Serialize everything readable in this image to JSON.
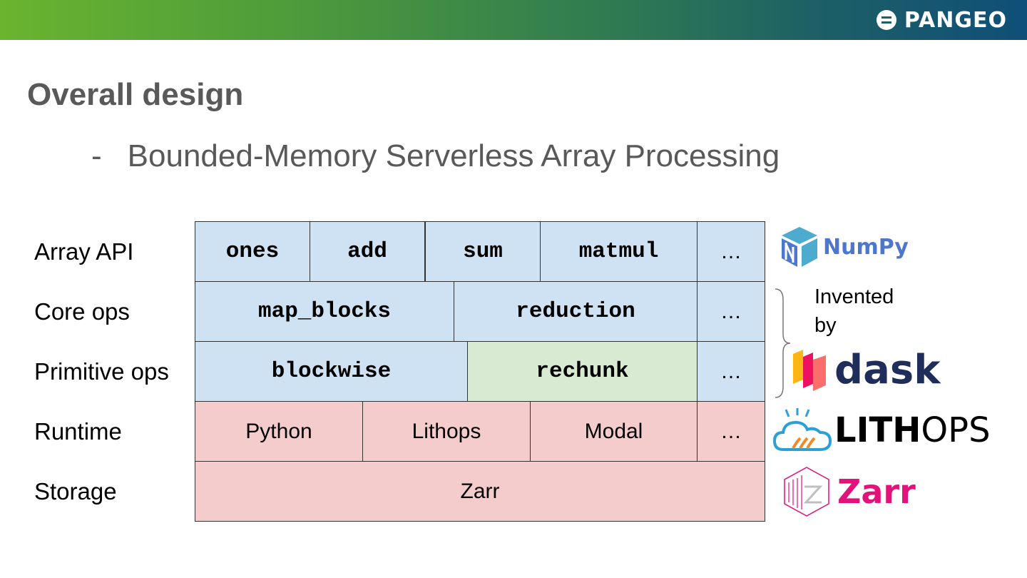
{
  "header": {
    "brand": "PANGEO"
  },
  "slide": {
    "title": "Overall design",
    "bullet_marker": "-",
    "bullet_text": "Bounded-Memory Serverless Array Processing"
  },
  "rows": [
    {
      "label": "Array API",
      "cells": [
        "ones",
        "add",
        "sum",
        "matmul",
        "…"
      ]
    },
    {
      "label": "Core ops",
      "cells": [
        "map_blocks",
        "reduction",
        "…"
      ]
    },
    {
      "label": "Primitive ops",
      "cells": [
        "blockwise",
        "rechunk",
        "…"
      ]
    },
    {
      "label": "Runtime",
      "cells": [
        "Python",
        "Lithops",
        "Modal",
        "…"
      ]
    },
    {
      "label": "Storage",
      "cells": [
        "Zarr"
      ]
    }
  ],
  "logos": {
    "numpy": "NumPy",
    "invented_line1": "Invented",
    "invented_line2": "by",
    "dask": "dask",
    "lithops_bold": "LITH",
    "lithops_light": "OPS",
    "zarr": "Zarr"
  },
  "colors": {
    "api_fill": "#cfe2f3",
    "rechunk_fill": "#d9ead3",
    "runtime_fill": "#f4cccc",
    "numpy_blue": "#4d77cf",
    "dask_text": "#1f2d5a",
    "zarr_pink": "#e1127a"
  }
}
